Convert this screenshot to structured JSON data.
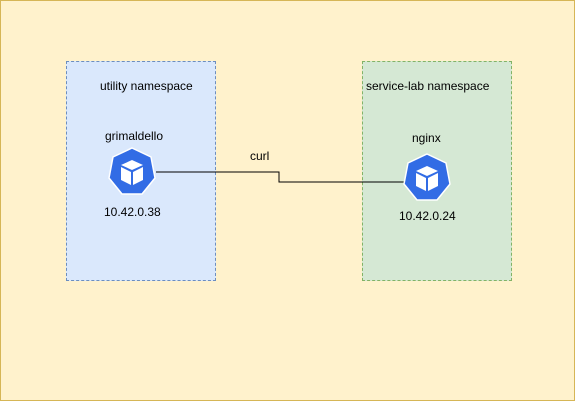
{
  "namespaces": [
    {
      "label": "utility namespace",
      "color": "#dae8fc",
      "stroke": "#6c8ebf"
    },
    {
      "label": "service-lab namespace",
      "color": "#d5e8d4",
      "stroke": "#82b366"
    }
  ],
  "pods": [
    {
      "name": "grimaldello",
      "ip": "10.42.0.38",
      "icon": "kubernetes-pod-icon"
    },
    {
      "name": "nginx",
      "ip": "10.42.0.24",
      "icon": "kubernetes-pod-icon"
    }
  ],
  "edge": {
    "label": "curl"
  },
  "colors": {
    "background": "#fff2cc",
    "pod_icon": "#326ce5"
  }
}
